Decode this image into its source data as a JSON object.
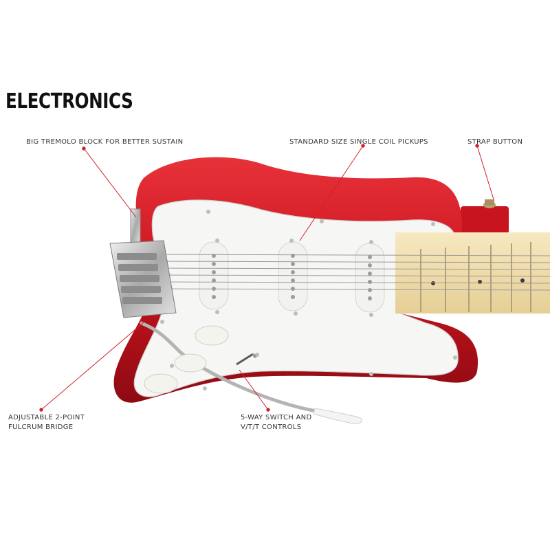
{
  "heading": "ELECTRONICS",
  "callouts": {
    "tremolo": "BIG TREMOLO BLOCK FOR BETTER SUSTAIN",
    "pickups": "STANDARD SIZE SINGLE COIL PICKUPS",
    "strap": "STRAP BUTTON",
    "bridge_line1": "ADJUSTABLE 2-POINT",
    "bridge_line2": "FULCRUM BRIDGE",
    "switch_line1": "5-WAY SWITCH AND",
    "switch_line2": "V/T/T CONTROLS"
  },
  "colors": {
    "body": "#c8141e",
    "pickguard": "#f6f6f4",
    "neck": "#f0deb0",
    "pointer": "#d0202a",
    "chrome": "#c9c9c9"
  }
}
